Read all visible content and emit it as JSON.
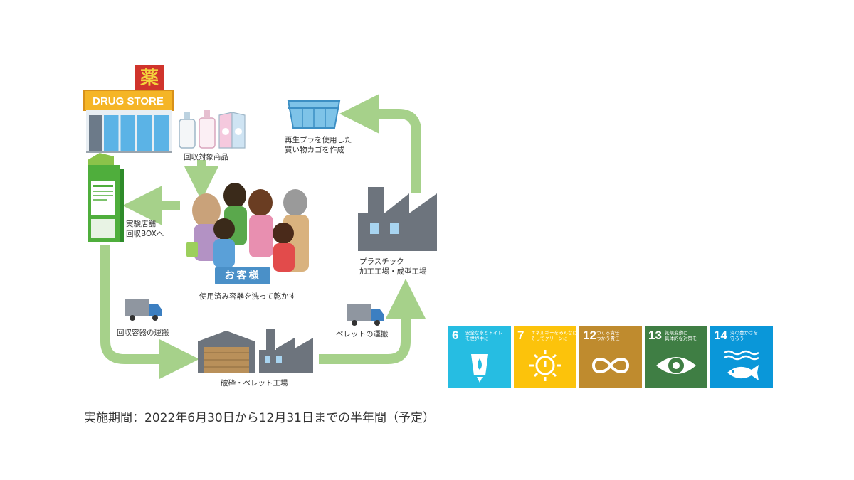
{
  "store": {
    "kanji_sign": "薬",
    "sign": "DRUG STORE"
  },
  "labels": {
    "collection_items": "回収対象商品",
    "test_store_line1": "実験店舗",
    "test_store_line2": "回収BOXへ",
    "customer": "お客様",
    "wash_dry": "使用済み容器を洗って乾かす",
    "transport_containers": "回収容器の運搬",
    "crush_pellet": "破砕・ペレット工場",
    "transport_pellets": "ペレットの運搬",
    "plastic_line1": "プラスチック",
    "plastic_line2": "加工工場・成型工場",
    "basket_line1": "再生プラを使用した",
    "basket_line2": "買い物カゴを作成"
  },
  "sdgs": [
    {
      "number": "6",
      "title_line1": "安全な水とトイレ",
      "title_line2": "を世界中に",
      "color": "#26bde2",
      "icon": "water-drop-icon"
    },
    {
      "number": "7",
      "title_line1": "エネルギーをみんなに",
      "title_line2": "そしてクリーンに",
      "color": "#fcc30b",
      "icon": "sun-power-icon"
    },
    {
      "number": "12",
      "title_line1": "つくる責任",
      "title_line2": "つかう責任",
      "color": "#bf8b2e",
      "icon": "infinity-icon"
    },
    {
      "number": "13",
      "title_line1": "気候変動に",
      "title_line2": "具体的な対策を",
      "color": "#3f7e44",
      "icon": "earth-eye-icon"
    },
    {
      "number": "14",
      "title_line1": "海の豊かさを",
      "title_line2": "守ろう",
      "color": "#0a97d9",
      "icon": "fish-waves-icon"
    }
  ],
  "period": "実施期間：2022年6月30日から12月31日までの半年間（予定）",
  "colors": {
    "arrow": "#a6d18a",
    "factory": "#6d747d",
    "badge": "#4a90c8"
  }
}
